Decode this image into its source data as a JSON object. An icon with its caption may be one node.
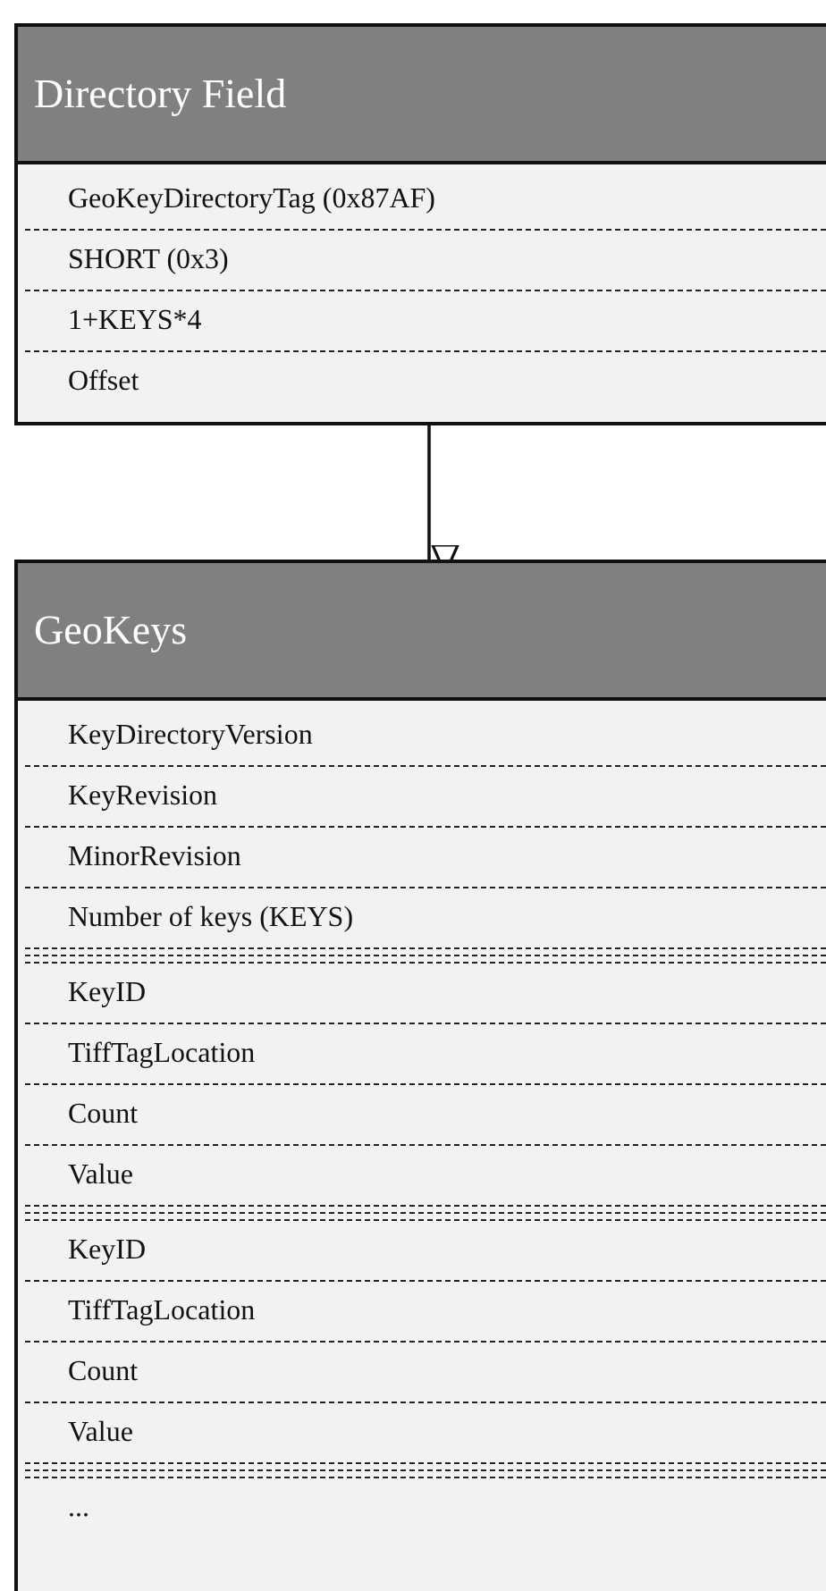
{
  "diagram": {
    "nodes": [
      {
        "text": [
          "Directory Field",
          "GeoKeyDirectoryTag (0x87AF)",
          "SHORT (0x3)",
          "1+KEYS*4",
          "Offset"
        ]
      },
      {
        "text": [
          "GeoKeys",
          "KeyDirectoryVersion",
          "KeyRevision",
          "MinorRevision",
          "Number of keys (KEYS)",
          "KeyID",
          "TiffTagLocation",
          "Count",
          "Value",
          "KeyID",
          "TiffTagLocation",
          "Count",
          "Value",
          "..."
        ]
      }
    ],
    "edges": [
      {
        "from": 0,
        "to": 1,
        "arrow": "to"
      }
    ]
  }
}
